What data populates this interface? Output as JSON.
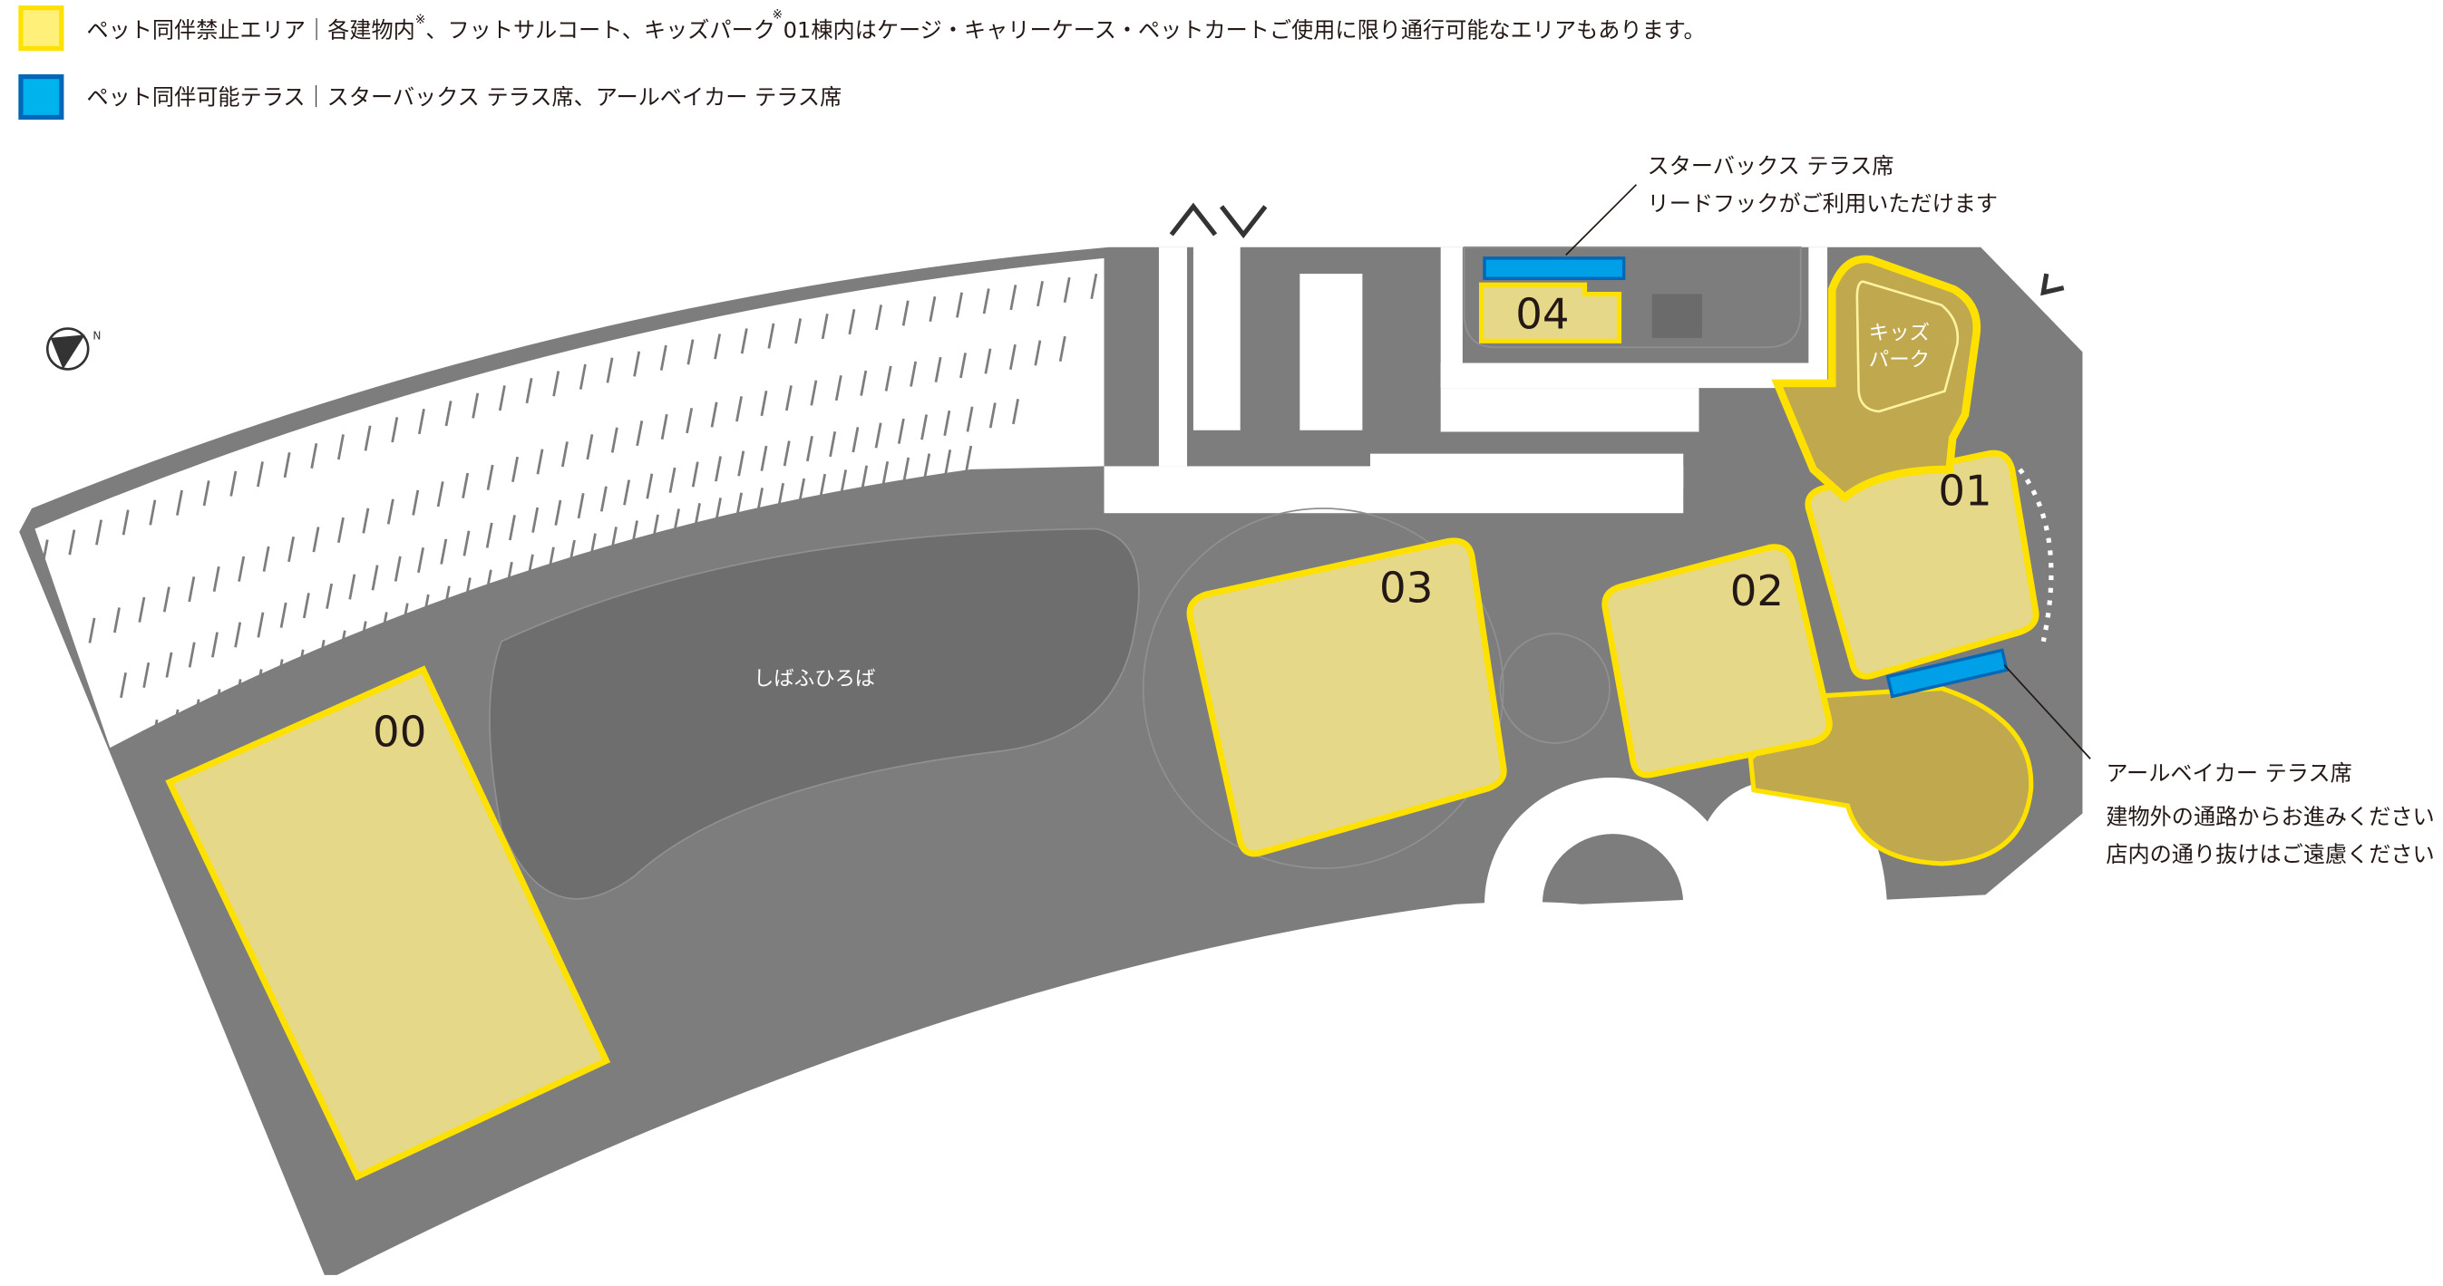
{
  "legend": {
    "no_pet": {
      "label": "ペット同伴禁止エリア｜各建物内",
      "mark": "※",
      "label_rest": "、フットサルコート、キッズパーク",
      "note_mark": "※",
      "note": "01棟内はケージ・キャリーケース・ペットカートご使用に限り通行可能なエリアもあります。",
      "color": "#ffe100"
    },
    "pet_terrace": {
      "label": "ペット同伴可能テラス｜スターバックス テラス席、アールベイカー テラス席",
      "color": "#00a0e9"
    }
  },
  "annotations": {
    "starbucks": {
      "title": "スターバックス テラス席",
      "line2": "リードフックがご利用いただけます"
    },
    "arbeiker": {
      "title": "アールベイカー テラス席",
      "line2": "建物外の通路からお進みください",
      "line3": "店内の通り抜けはご遠慮ください"
    }
  },
  "buildings": {
    "b00": "00",
    "b01": "01",
    "b02": "02",
    "b03": "03",
    "b04": "04"
  },
  "places": {
    "lawn": "しばふひろば",
    "kids1": "キッズ",
    "kids2": "パーク"
  },
  "colors": {
    "ground": "#7d7d7d",
    "zone": "#e5d888",
    "zone_border": "#ffe100",
    "kids": "#bfa84d",
    "terrace": "#00a0e9"
  }
}
